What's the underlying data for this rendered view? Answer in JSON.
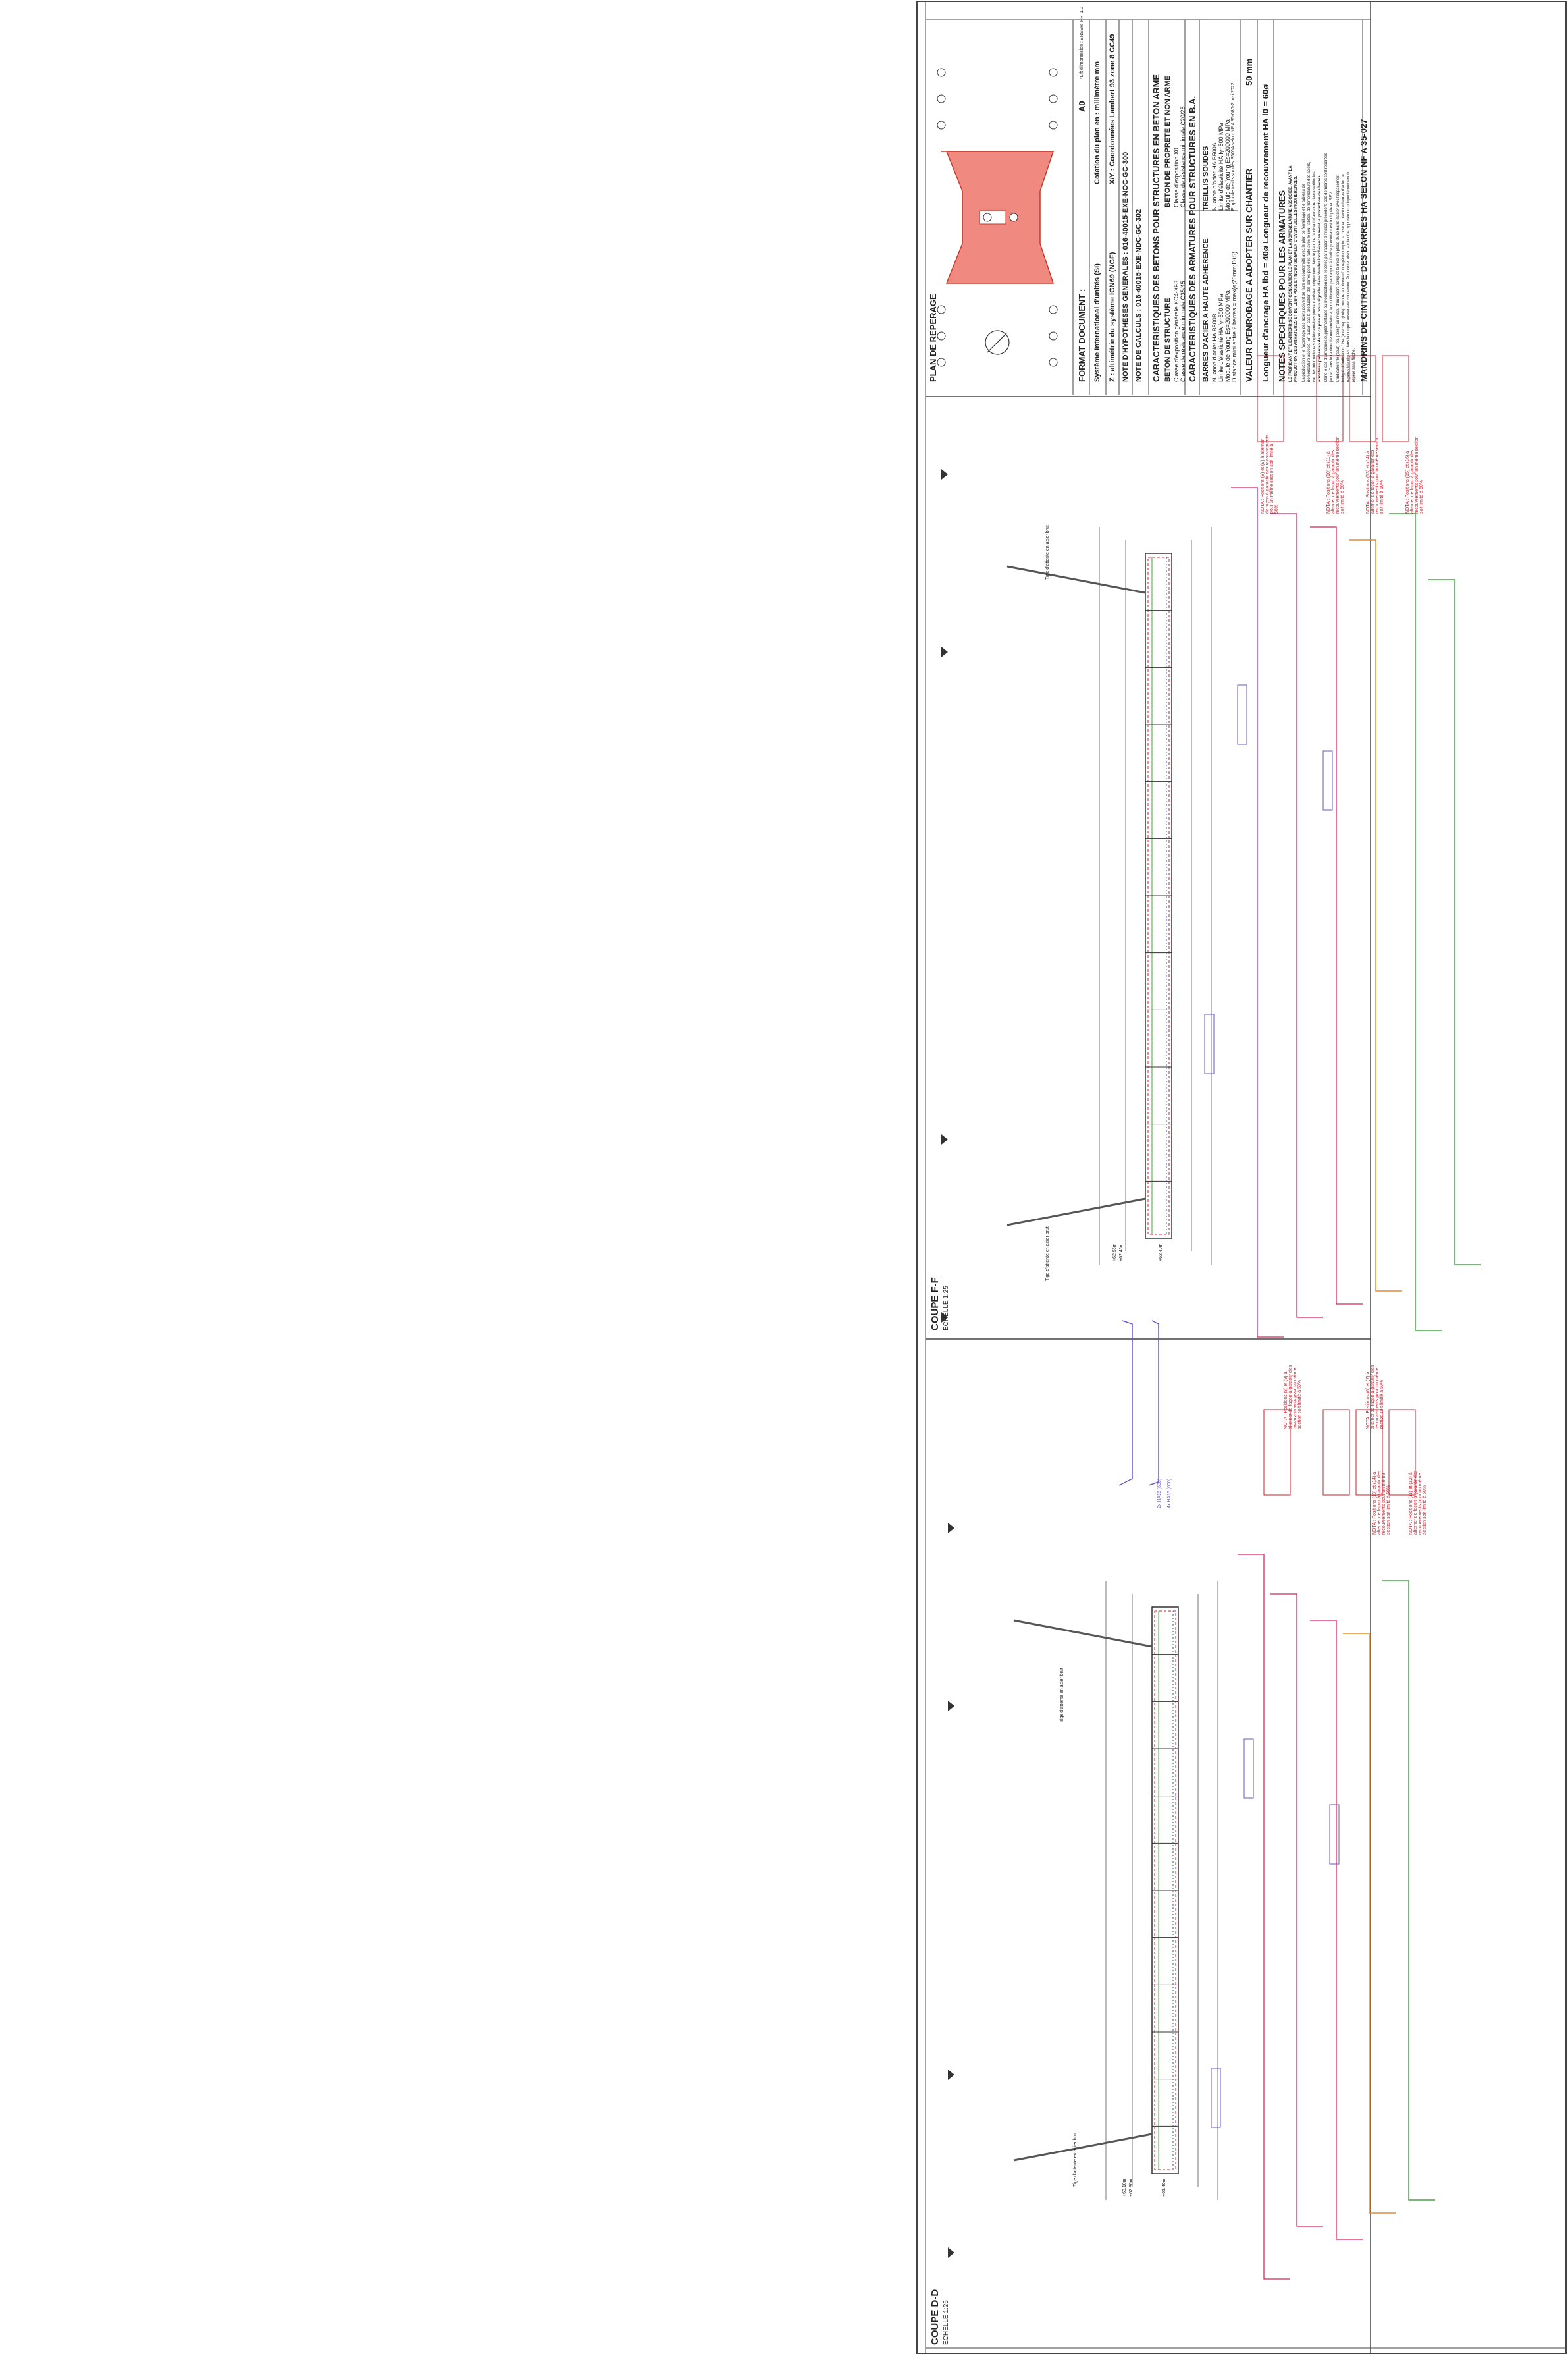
{
  "sections": {
    "dd": {
      "title": "COUPE D-D",
      "scale": "ECHELLE 1:25"
    },
    "ff": {
      "title": "COUPE F-F",
      "scale": "ECHELLE 1:25"
    }
  },
  "titleblock": {
    "plan_title": "PLAN DE REPERAGE",
    "format_label": "FORMAT DOCUMENT :",
    "format_value": "A0",
    "print_note": "*Lift d'impression : ENSER_FR_1.0",
    "units_label": "Système International d'unités (SI)",
    "units_value": "Cotation du plan en : millimètre mm",
    "z_label": "Z : altimétrie du système IGN69 (NGF)",
    "xy_label": "X/Y : Coordonnées Lambert 93 zone 8 CC49",
    "note_hyp": "NOTE D'HYPOTHESES GENERALES : 016-40015-EXE-NOC-GC-300",
    "note_calc": "NOTE DE CALCULS : 016-40015-EXE-NDC-GC-302",
    "concrete_title": "CARACTERISTIQUES DES BETONS POUR STRUCTURES EN BETON ARME",
    "concrete_struct": "BETON DE STRUCTURE",
    "concrete_struct_l1": "Classe d'exposition générale   XC4-XF3",
    "concrete_struct_l2": "Classe de résistance minimale  C35/45",
    "concrete_clean": "BETON DE PROPRETE ET NON ARME",
    "concrete_clean_l1": "Classe d'exposition           X0",
    "concrete_clean_l2": "Classe de résistance minimale  C20/25",
    "steel_title": "CARACTERISTIQUES DES ARMATURES POUR STRUCTURES EN B.A.",
    "steel_ha": "BARRES D'ACIER A HAUTE ADHERENCE",
    "steel_ha_l1": "Nuance d'acier HA            B500B",
    "steel_ha_l2": "Limite d'élasticité HA       fy=500 MPa",
    "steel_ha_l3": "Module de Young              Es=200000 MPa",
    "steel_ha_l4": "Distance mini entre 2 barres  = max(ø;20mm;D+5)",
    "steel_ts": "TREILLIS SOUDES",
    "steel_ts_l1": "Nuance d'acier HA  B500A",
    "steel_ts_l2": "Limite d'élasticité HA  fy=500 MPa",
    "steel_ts_l3": "Module de Young  Es=200000 MPa",
    "steel_ts_l4": "Emploi de treillis soudés B500A selon  NF A 35-080-2 mai 2022",
    "cover_label": "VALEUR D'ENROBAGE A ADOPTER SUR CHANTIER",
    "cover_value": "50 mm",
    "anchor": "Longueur d'ancrage HA   lbd = 40ø      Longueur de recouvrement  HA l0 = 60ø",
    "notes_title": "NOTES SPECIFIQUES POUR LES ARMATURES",
    "notes_l1": "LE FABRICANT ET L'ENTREPRISE DOIVENT CONSULTER LE PLAN ET LA NOMENCLATURE ASSOCIEE, AVANT LA",
    "notes_l2": "PRODUCTION DES ARMATURES ET DE LEUR POSE ET NOUS SIGNALER D'EVENTUELLES INCOHERENCES.",
    "notes_l3": "La production et le façonnage des aciers doivent se faire en conformité avec le plan de ferraillage et le tableau de",
    "notes_l4": "nomenclature associé. En aucun cas la production des barres peut être faite avec le seul tableau de nomenclature des aciers,",
    "notes_l5": "car des informations supplémentaires pouvant exister uniquement dans le plan. Le fabricant d'armature devra vérifier les",
    "notes_l6": "armatures présentes dans ce plan et nous signaler d'éventuelles incohérences avant la production des barres.",
    "notes_l7": "Dans le cas d'armatures supplémentaires ou modification des repères par rapport à l'indice précédent, ces dernières sont repérées",
    "notes_l8": "jaune. Dans le tableau de nomenclature, la modification par rapport à l'indice précédent est indiquée en REV.",
    "notes_l9": "L'indication \"le (seul) rep. (bois)\" au niveau d'un repère complet la mise en place d'une barre d'acier avec l'espacement",
    "notes_l10": "indiqué. L'indication \"1+4 (avec rep. (bois)\" montre au niveau d'un repère complet la mise en place de barres d'acier de",
    "notes_l11": "repères identiques dans la coupe transversale concernée. Pour cette raison sur la côte opposée on indique le numéro du",
    "notes_l12": "repère sans flèche.",
    "mandrins": "MANDRINS DE CINTRAGE DES BARRES HA SELON NF A 35-027"
  },
  "ff_annotations": {
    "tube_attente_1": "Tige d'attente en acier brut",
    "tube_attente_2": "Tige d'attente en acier brut",
    "elev_1": "+62.55m",
    "elev_2": "+62.45m",
    "elev_3": "+62.40m",
    "note_1": "NOTA : Positions (8) et (9) à alterner de façon à garantir des recouvrements pour un même section soit limité à 50%",
    "note_2": "NOTA : Positions (10) et (11) à alterner de façon à garantir des recouvrements pour un même section soit limité à 50%",
    "note_3": "NOTA : Positions (13) et (14) à alterner de façon à garantir des recouvrements pour un même section soit limité à 50%",
    "note_4": "NOTA : Positions (15) et (16) à alterner de façon à garantir des recouvrements pour un même section soit limité à 50%"
  },
  "dd_annotations": {
    "tube_attente_1": "Tige d'attente en acier brut",
    "tube_attente_2": "Tige d'attente en acier brut",
    "elev_1": "+63.10m",
    "elev_2": "+62.30m",
    "elev_3": "+62.40m",
    "note_1": "NOTA : Positions (8) et (9) à alterner de façon à garantir des recouvrements pour un même section soit limité à 50%",
    "note_2": "NOTA : Positions (6) et (7) à alterner de façon à garantir des recouvrements pour un même section soit limité à 50%",
    "note_3": "NOTA : Positions (13) et (14) à alterner de façon à garantir des recouvrements pour un même section soit limité à 50%",
    "note_4": "NOTA : Positions (11) et (12) à alterner de façon à garantir des recouvrements pour un même section soit limité à 50%",
    "bar_top": "2x HA16 (600)",
    "bar_bottom": "4x HA16 (600)"
  },
  "colors": {
    "frame": "#444444",
    "rebar_pink": "#e0437f",
    "rebar_red": "#d21f2c",
    "rebar_green": "#3faa3f",
    "rebar_blue": "#2f56b8",
    "rebar_orange": "#e88a2a",
    "rebar_purple": "#6b55c8",
    "plan_fill": "#f08a80"
  }
}
